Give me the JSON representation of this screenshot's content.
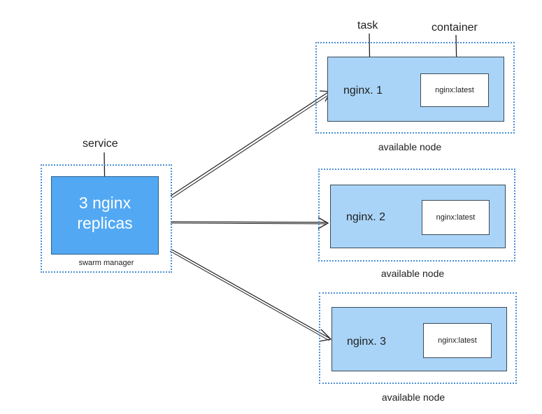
{
  "swarm_manager": {
    "heading": "service",
    "service_line1": "3 nginx",
    "service_line2": "replicas",
    "caption": "swarm manager"
  },
  "nodes": [
    {
      "task": "nginx. 1",
      "container": "nginx:latest",
      "caption": "available node"
    },
    {
      "task": "nginx. 2",
      "container": "nginx:latest",
      "caption": "available node"
    },
    {
      "task": "nginx. 3",
      "container": "nginx:latest",
      "caption": "available node"
    }
  ],
  "annotations": {
    "task": "task",
    "container": "container"
  },
  "colors": {
    "service_fill": "#52a8f3",
    "node_fill": "#a9d4f7",
    "dotted_border": "#4a8fd6"
  }
}
